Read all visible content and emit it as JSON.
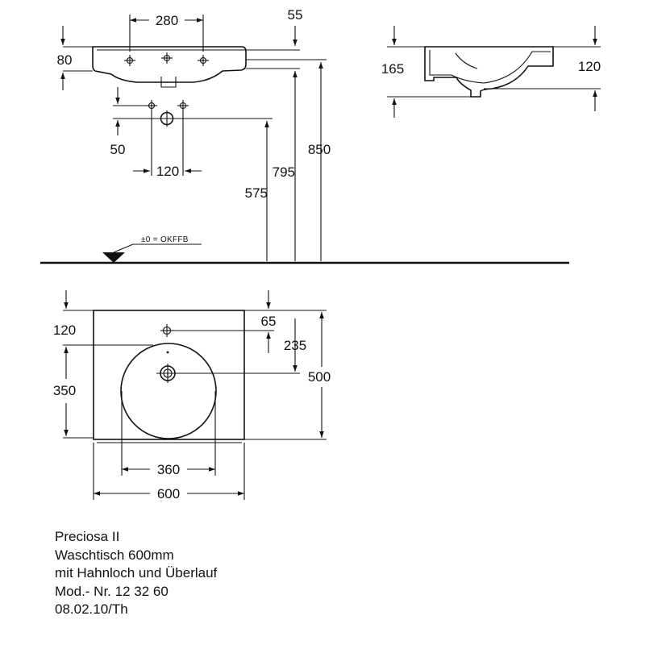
{
  "dimensions": {
    "faucet_spacing": "280",
    "overflow_offset": "55",
    "basin_height": "80",
    "drain_offset": "50",
    "trap_spacing": "120",
    "trap_height": "575",
    "drain_height": "795",
    "rim_height": "850",
    "side_total_height": "165",
    "side_basin_height": "120",
    "top_edge_to_taphole": "120",
    "taphole_side_offset": "65",
    "taphole_to_drain": "235",
    "bowl_depth": "350",
    "total_depth": "500",
    "bowl_width": "360",
    "total_width": "600"
  },
  "floor_reference": "±0 = OKFFB",
  "caption": {
    "line1": "Preciosa II",
    "line2": "Waschtisch 600mm",
    "line3": "mit Hahnloch und Überlauf",
    "line4": "Mod.- Nr. 12 32 60",
    "line5": "08.02.10/Th"
  }
}
